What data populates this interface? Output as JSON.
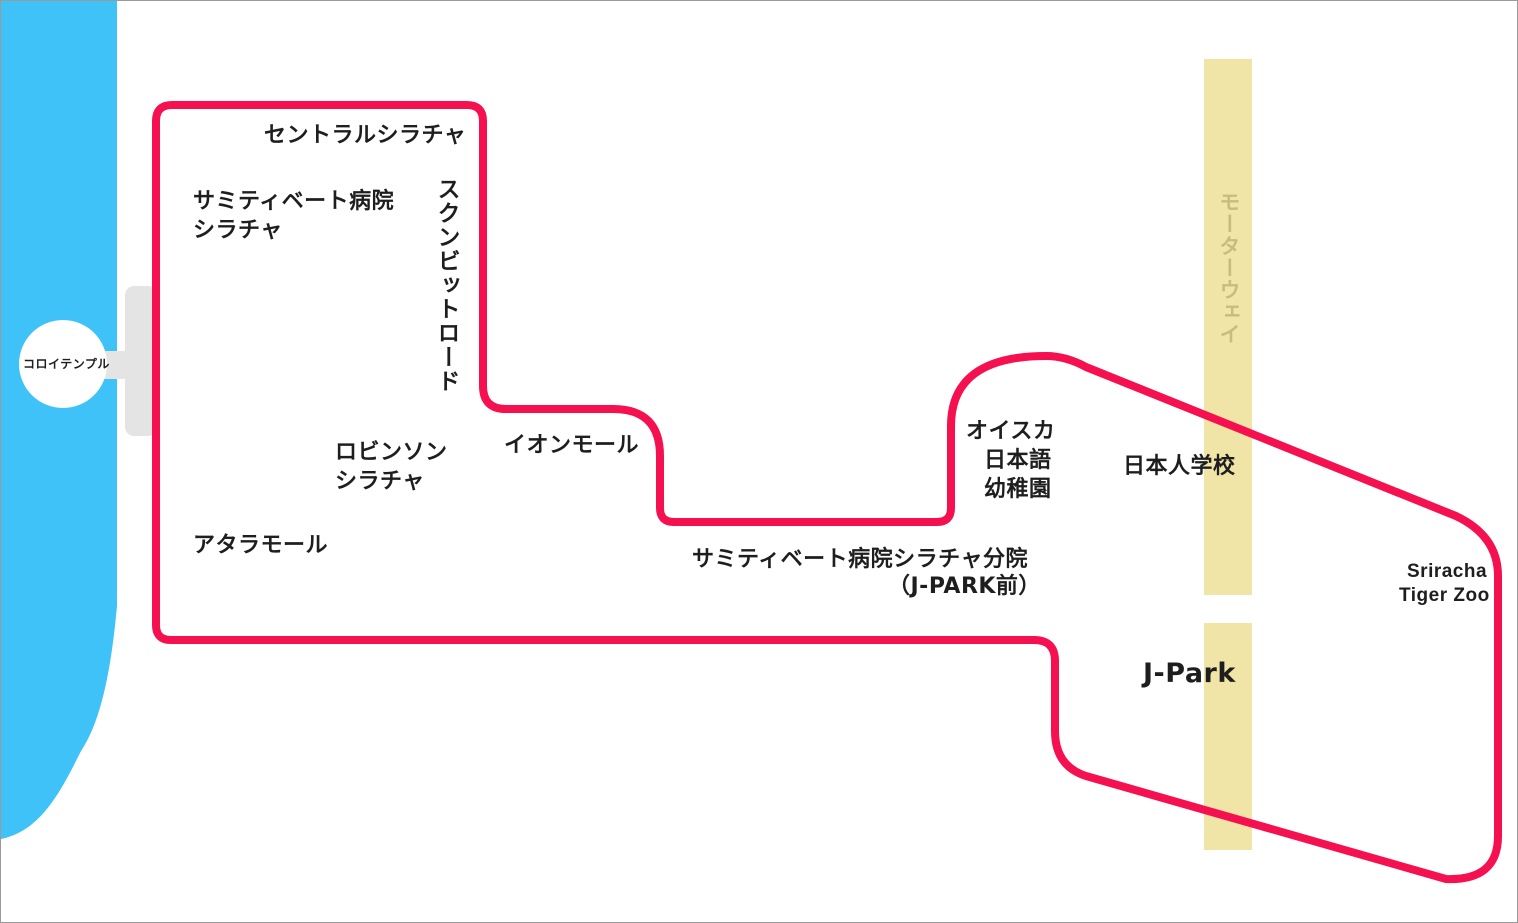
{
  "colors": {
    "sea": "#3ec2f8",
    "route": "#f5104f",
    "motorway": "#f0e4a6",
    "motorway_text": "#c8bb7c",
    "pier": "#e4e4e4",
    "text": "#1e1e1e"
  },
  "map": {
    "temple": "コロイテンプル",
    "central_sriracha": "セントラルシラチャ",
    "samitivej_line1": "サミティベート病院",
    "samitivej_line2": "シラチャ",
    "sukhumvit_road": "スクンビットロード",
    "robinson_line1": "ロビンソン",
    "robinson_line2": "シラチャ",
    "aeon_mall": "イオンモール",
    "atara_mall": "アタラモール",
    "oisca_line1": "オイスカ",
    "oisca_line2": "日本語",
    "oisca_line3": "幼稚園",
    "japanese_school": "日本人学校",
    "motorway": "モーターウェイ",
    "samitivej_branch_line1": "サミティベート病院シラチャ分院",
    "samitivej_branch_line2": "（J-PARK前）",
    "zoo_line1": "Sriracha",
    "zoo_line2": "Tiger Zoo",
    "jpark": "J-Park"
  }
}
